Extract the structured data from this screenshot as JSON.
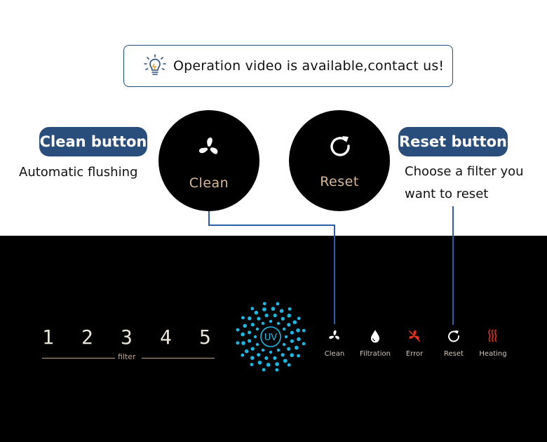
{
  "notice": {
    "text": "Operation video is available,contact us!",
    "icon": "lightbulb-icon"
  },
  "callouts": {
    "clean": {
      "title": "Clean button",
      "description": "Automatic flushing"
    },
    "reset": {
      "title": "Reset button",
      "description_lines": [
        "Choose a filter you",
        "want to reset"
      ]
    }
  },
  "buttons": {
    "clean": {
      "label": "Clean",
      "icon": "fan-icon"
    },
    "reset": {
      "label": "Reset",
      "icon": "refresh-icon"
    }
  },
  "panel": {
    "filter_numbers": [
      "1",
      "2",
      "3",
      "4",
      "5"
    ],
    "filter_label": "filter",
    "uv_label": "UV",
    "indicators": [
      {
        "label": "Clean",
        "icon": "fan-icon",
        "color": "#ffffff"
      },
      {
        "label": "Filtration",
        "icon": "water-drop-icon",
        "color": "#ffffff"
      },
      {
        "label": "Error",
        "icon": "error-icon",
        "color": "#e0301e"
      },
      {
        "label": "Reset",
        "icon": "refresh-icon",
        "color": "#ffffff"
      },
      {
        "label": "Heating",
        "icon": "heating-icon",
        "color": "#e0301e"
      }
    ]
  },
  "colors": {
    "accent": "#2a4e7c",
    "uv": "#19b8e6",
    "gold": "#c2a58a"
  }
}
